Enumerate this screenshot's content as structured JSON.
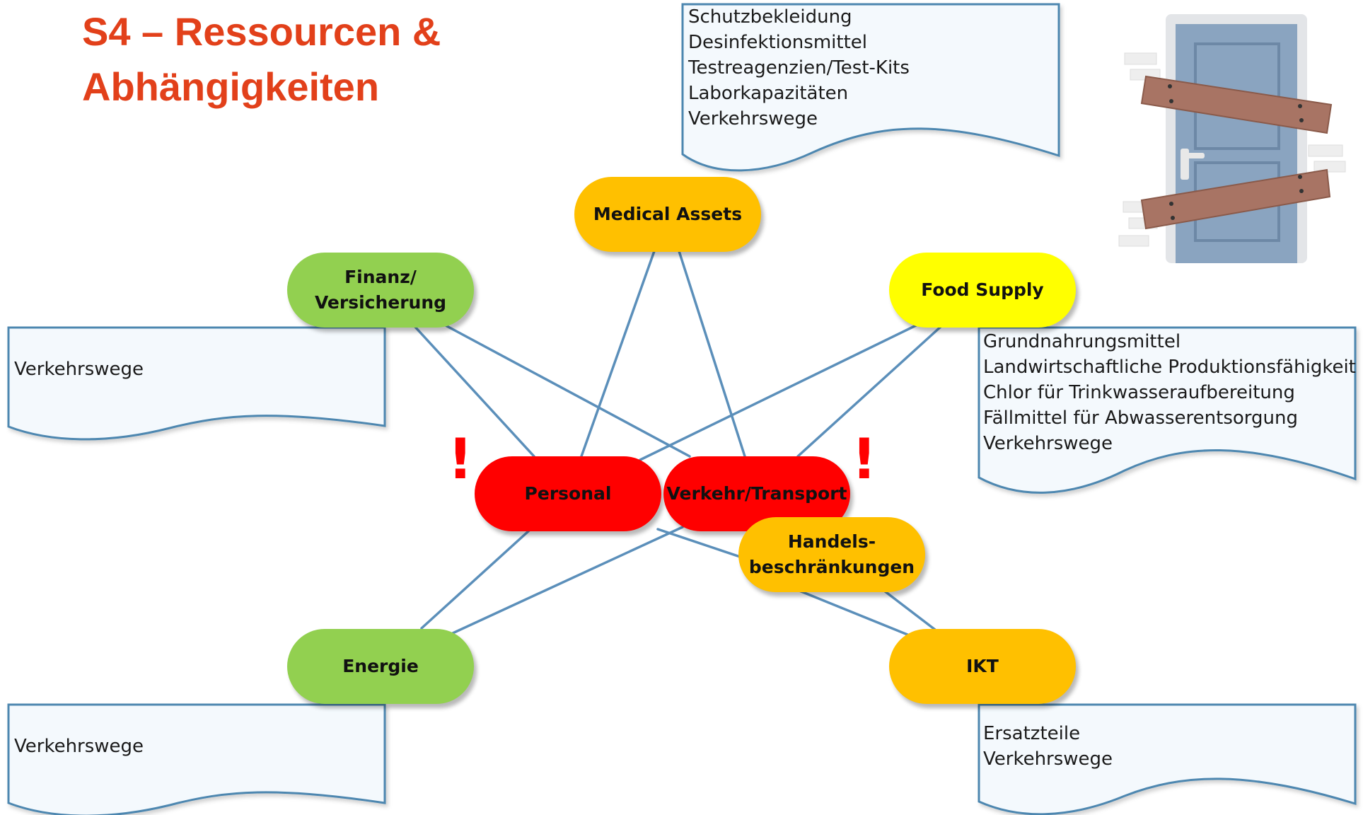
{
  "title": "S4 – Ressourcen &\nAbhängigkeiten",
  "colors": {
    "title": "#e2401a",
    "critical": "#ff0000",
    "warning": "#ffc000",
    "food": "#ffff00",
    "ok": "#92d050",
    "connector": "#5b8fba",
    "document_border": "#4e87b0",
    "document_fill": "#f4f9fd"
  },
  "nodes": {
    "medical_assets": "Medical Assets",
    "finanz": "Finanz/\nVersicherung",
    "food_supply": "Food Supply",
    "personal": "Personal",
    "verkehr": "Verkehr/Transport",
    "handel": "Handels-\nbeschränkungen",
    "energie": "Energie",
    "ikt": "IKT"
  },
  "alerts": {
    "personal": "!",
    "verkehr": "!"
  },
  "documents": {
    "medical_assets": "Schutzbekleidung\nDesinfektionsmittel\nTestreagenzien/Test-Kits\nLaborkapazitäten\nVerkehrswege",
    "finanz": "Verkehrswege",
    "food_supply": "Grundnahrungsmittel\nLandwirtschaftliche Produktionsfähigkeit\nChlor für Trinkwasseraufbereitung\nFällmittel für Abwasserentsorgung\nVerkehrswege",
    "energie": "Verkehrswege",
    "ikt": "Ersatzteile\nVerkehrswege"
  },
  "illustration": {
    "name": "barricaded-door"
  }
}
